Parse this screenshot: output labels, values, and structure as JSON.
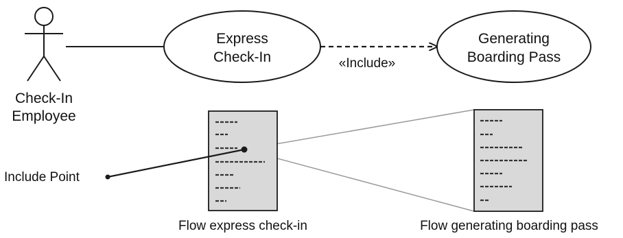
{
  "actor": {
    "name_line1": "Check-In",
    "name_line2": "Employee"
  },
  "use_cases": [
    {
      "line1": "Express",
      "line2": "Check-In"
    },
    {
      "line1": "Generating",
      "line2": "Boarding Pass"
    }
  ],
  "relationship": {
    "stereotype": "«Include»"
  },
  "include_point": {
    "label": "Include Point"
  },
  "flows": [
    {
      "caption": "Flow express check-in"
    },
    {
      "caption": "Flow generating boarding pass"
    }
  ],
  "colors": {
    "stroke": "#1a1a1a",
    "document_fill": "#d9d9d9",
    "zoom_lines": "#9a9a9a",
    "text_lines": "#333333"
  }
}
